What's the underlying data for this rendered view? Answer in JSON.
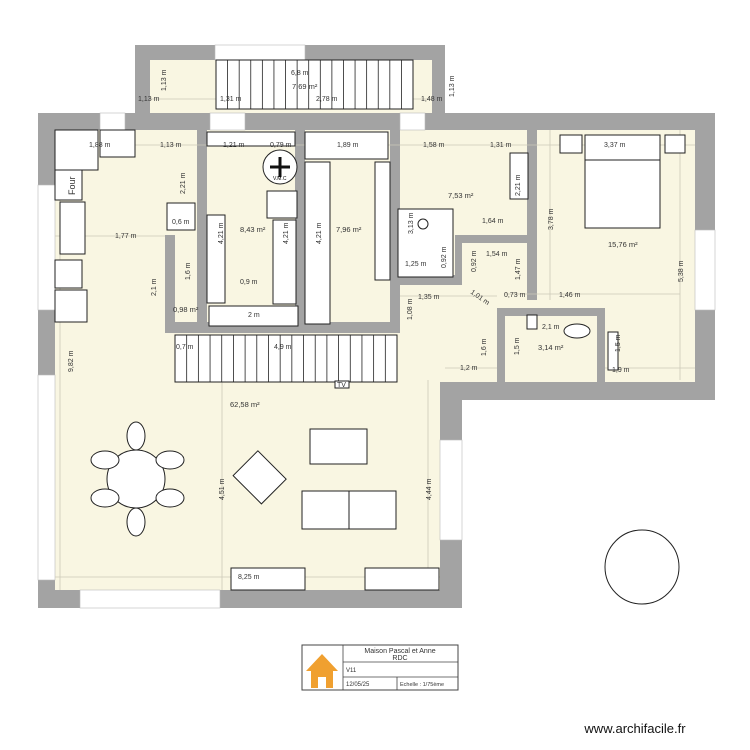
{
  "plan": {
    "rooms": {
      "stairwell_area": "7,69 m²",
      "bureau_area": "8,43 m²",
      "dressing_area": "7,96 m²",
      "closet_area": "0,98 m²",
      "bathroom_area": "7,53 m²",
      "bedroom_area": "15,76 m²",
      "wc_area": "3,14 m²",
      "living_area": "62,58 m²"
    },
    "labels": {
      "oven": "Four",
      "vmc": "V.M.C",
      "tv": "TV"
    },
    "dimensions": {
      "d1": "6,8 m",
      "d2": "1,13 m",
      "d3": "1,31 m",
      "d4": "2,78 m",
      "d5": "1,48 m",
      "d6": "1,13 m",
      "d7": "1,13 m",
      "d8": "1,88 m",
      "d9": "1,13 m",
      "d10": "1,21 m",
      "d11": "0,79 m",
      "d12": "1,89 m",
      "d13": "1,58 m",
      "d14": "1,31 m",
      "d15": "3,37 m",
      "d16": "2,21 m",
      "d17": "0,6 m",
      "d18": "1,77 m",
      "d19": "2,1 m",
      "d20": "1,6 m",
      "d21": "4,21 m",
      "d22": "4,21 m",
      "d23": "4,21 m",
      "d24": "0,9 m",
      "d25": "2 m",
      "d26": "0,7 m",
      "d27": "4,9 m",
      "d28": "9,82 m",
      "d29": "4,51 m",
      "d30": "4,44 m",
      "d31": "8,25 m",
      "d32": "3,13 m",
      "d33": "2,21 m",
      "d34": "1,64 m",
      "d35": "1,25 m",
      "d36": "0,92 m",
      "d37": "0,92 m",
      "d38": "1,54 m",
      "d39": "1,47 m",
      "d40": "3,78 m",
      "d41": "5,38 m",
      "d42": "1,35 m",
      "d43": "1,01 m",
      "d44": "0,73 m",
      "d45": "1,46 m",
      "d46": "1,08 m",
      "d47": "2,1 m",
      "d48": "1,6 m",
      "d49": "1,5 m",
      "d50": "1,5 m",
      "d51": "1,2 m",
      "d52": "1,9 m"
    }
  },
  "title_block": {
    "project": "Maison Pascal et Anne",
    "level": "RDC",
    "version": "V11",
    "date": "12/05/25",
    "scale": "Echelle : 1/75ème",
    "logo_icon": "house-icon",
    "logo_color": "#f0a030"
  },
  "footer": {
    "url": "www.archifacile.fr"
  }
}
